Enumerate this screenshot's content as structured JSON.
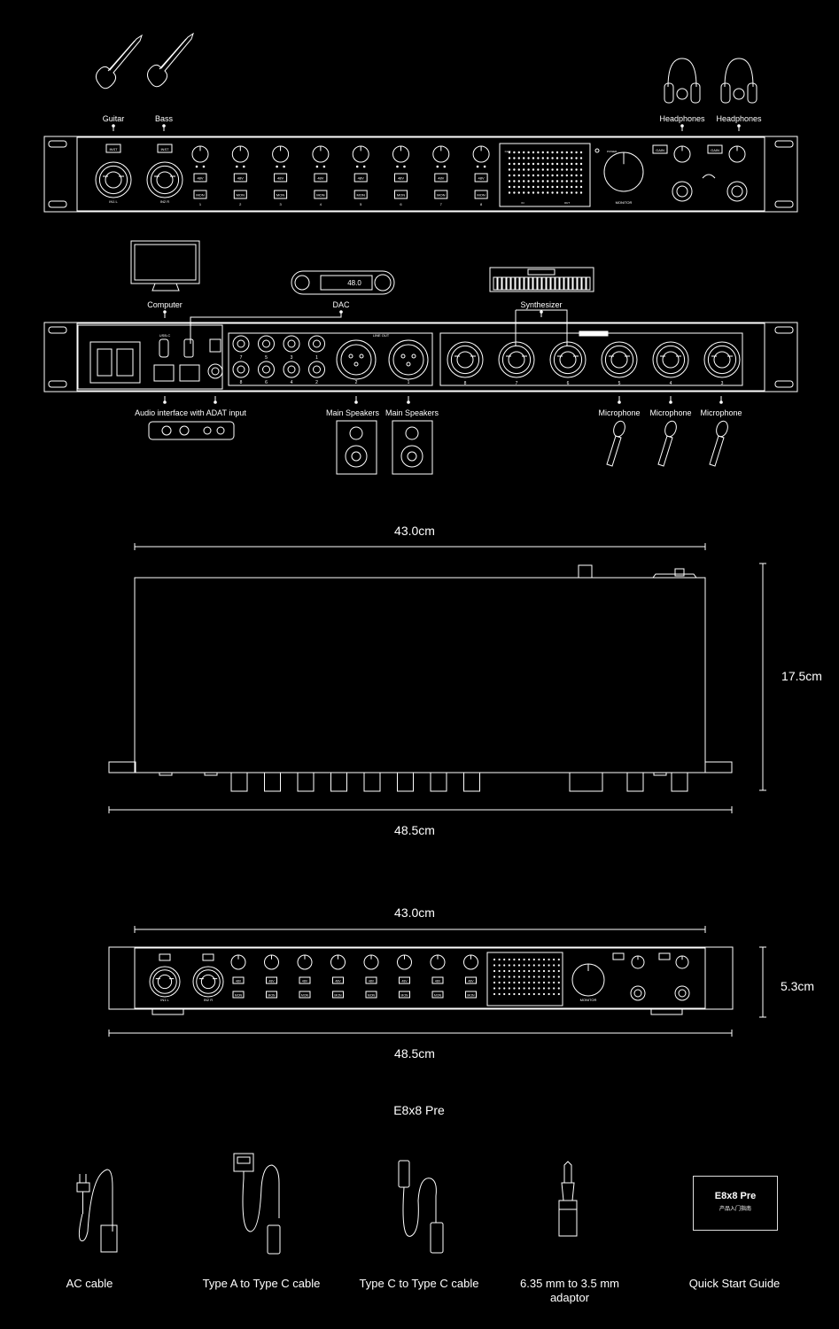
{
  "front_panel": {
    "top_labels": [
      "Guitar",
      "Bass",
      "Headphones",
      "Headphones"
    ],
    "inst_label": "INST",
    "input_labels": [
      "IN1 L",
      "IN2 R"
    ],
    "phantom_label": "48V",
    "mon_label": "MON",
    "channel_numbers": [
      "1",
      "2",
      "3",
      "4",
      "5",
      "6",
      "7",
      "8"
    ],
    "meter_clip": "CLIP",
    "meter_scale": [
      "0",
      "-6",
      "-12",
      "-18",
      "-24",
      "-36",
      "-48"
    ],
    "meter_in": "IN",
    "meter_out": "OUT",
    "power_label": "POWER",
    "monitor_label": "MONITOR",
    "gain_label": "GAIN"
  },
  "rear_panel": {
    "top_labels": [
      "Computer",
      "DAC",
      "Synthesizer"
    ],
    "bottom_labels": [
      "Audio interface with ADAT input",
      "Main Speakers",
      "Main Speakers",
      "Microphone",
      "Microphone",
      "Microphone"
    ],
    "usb_label": "USB-C",
    "line_out_label": "LINE OUT",
    "dac_display": "48.0",
    "trs_numbers_top": [
      "7",
      "5",
      "3",
      "1"
    ],
    "trs_numbers_bottom": [
      "8",
      "6",
      "4",
      "2"
    ],
    "xlr_numbers": [
      "2",
      "1"
    ],
    "combo_numbers": [
      "8",
      "7",
      "6",
      "5",
      "4",
      "3"
    ]
  },
  "dimensions_side": {
    "width_top": "43.0cm",
    "width_bottom": "48.5cm",
    "height": "17.5cm"
  },
  "dimensions_front": {
    "width_top": "43.0cm",
    "width_bottom": "48.5cm",
    "height": "5.3cm"
  },
  "model_name": "E8x8 Pre",
  "accessories": [
    {
      "name": "ac-cable",
      "label": "AC cable"
    },
    {
      "name": "type-a-to-c-cable",
      "label": "Type A to Type C cable"
    },
    {
      "name": "type-c-to-c-cable",
      "label": "Type C to Type C cable"
    },
    {
      "name": "adaptor",
      "label": "6.35 mm to 3.5 mm adaptor"
    },
    {
      "name": "quick-start-guide",
      "label": "Quick Start Guide"
    }
  ],
  "quick_start_card": {
    "title": "E8x8 Pre",
    "subtitle": "产品入门指南"
  },
  "colors": {
    "background": "#000000",
    "line": "#ffffff"
  }
}
